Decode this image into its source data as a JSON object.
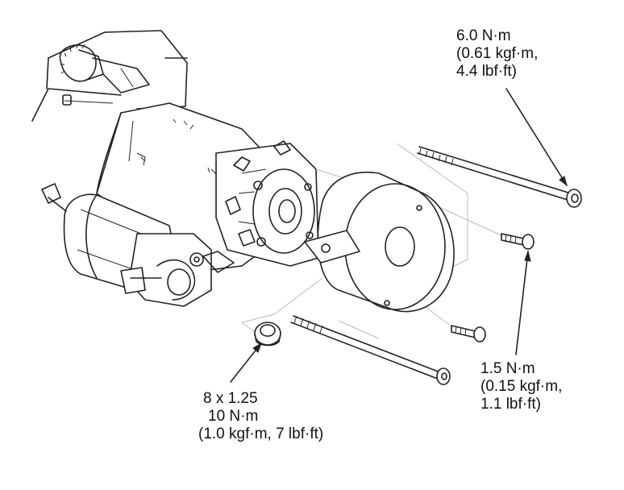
{
  "labels": {
    "bolt_top": {
      "line1": "6.0 N·m",
      "line2": "(0.61 kgf·m,",
      "line3": "4.4 lbf·ft)"
    },
    "bolt_mid": {
      "line1": "1.5 N·m",
      "line2": "(0.15 kgf·m,",
      "line3": "1.1 lbf·ft)"
    },
    "nut": {
      "line1": "8 x 1.25",
      "line2": "10 N·m",
      "line3": "(1.0 kgf·m, 7 lbf·ft)"
    }
  },
  "colors": {
    "line": "#222222",
    "background": "#ffffff",
    "leader": "#bbbbbb"
  }
}
